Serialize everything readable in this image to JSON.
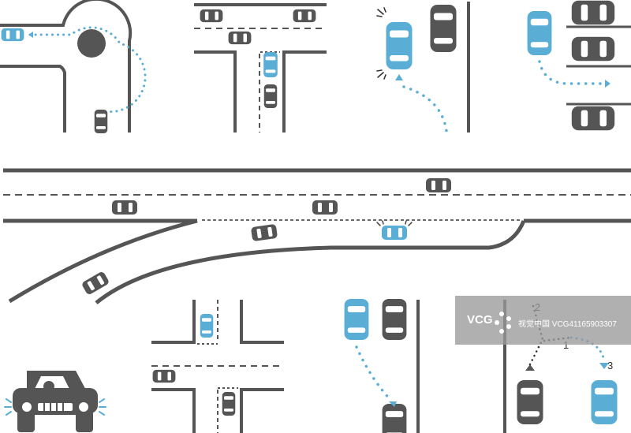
{
  "colors": {
    "road": "#555555",
    "car_dark": "#555555",
    "car_blue": "#5aaed6",
    "window": "#ffffff",
    "path": "#5aaed6",
    "watermark_bg": "#9a9a9a"
  },
  "icons": [
    "car-icon",
    "dotted-path-arrow",
    "watermark-logo"
  ],
  "panels": {
    "parking_diagram": {
      "step_labels": [
        "2",
        "1",
        "3"
      ]
    }
  },
  "watermark": {
    "brand": "VCG",
    "caption": "视觉中国 VCG41165903307"
  }
}
